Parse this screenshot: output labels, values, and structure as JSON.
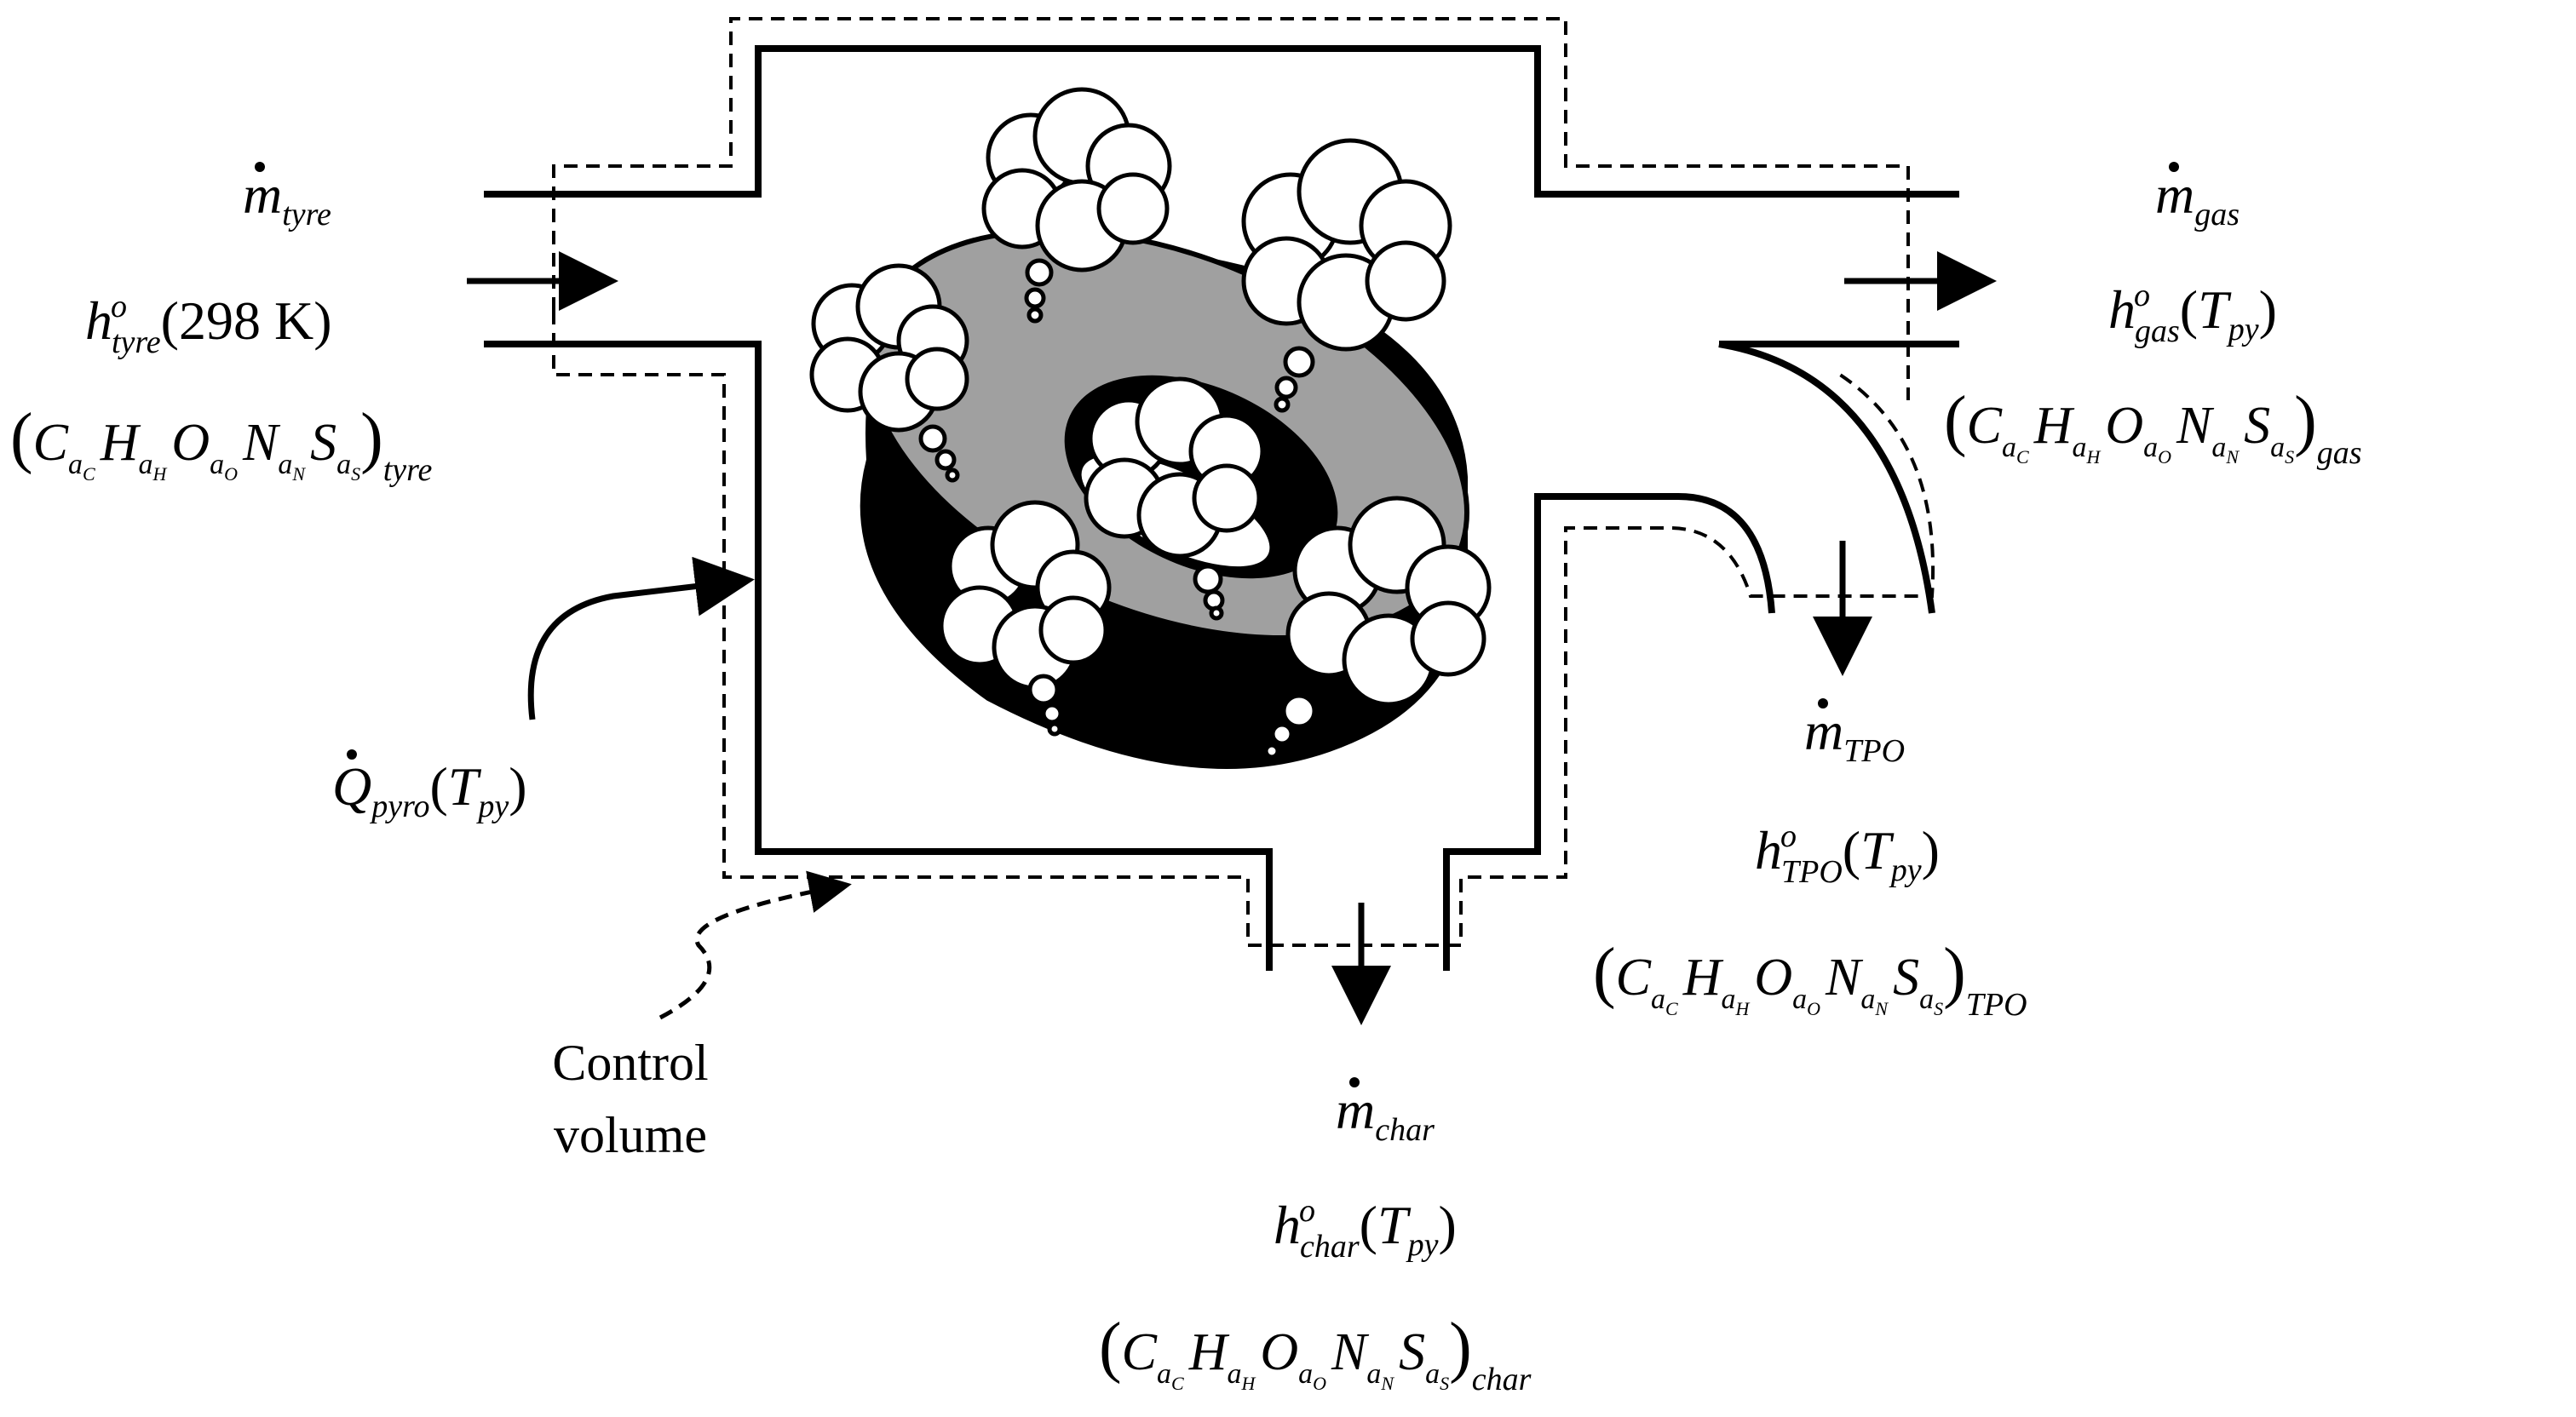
{
  "diagram": {
    "streams": {
      "tyre": {
        "flow_symbol": "m",
        "flow_sub": "tyre",
        "enthalpy_symbol": "h",
        "enthalpy_sup": "o",
        "enthalpy_sub": "tyre",
        "condition": "(298  K)",
        "composition_sub": "tyre"
      },
      "gas": {
        "flow_symbol": "m",
        "flow_sub": "gas",
        "enthalpy_symbol": "h",
        "enthalpy_sup": "o",
        "enthalpy_sub": "gas",
        "temp_symbol": "T",
        "temp_sub": "py",
        "composition_sub": "gas"
      },
      "tpo": {
        "flow_symbol": "m",
        "flow_sub": "TPO",
        "enthalpy_symbol": "h",
        "enthalpy_sup": "o",
        "enthalpy_sub": "TPO",
        "temp_symbol": "T",
        "temp_sub": "py",
        "composition_sub": "TPO"
      },
      "char": {
        "flow_symbol": "m",
        "flow_sub": "char",
        "enthalpy_symbol": "h",
        "enthalpy_sup": "o",
        "enthalpy_sub": "char",
        "temp_symbol": "T",
        "temp_sub": "py",
        "composition_sub": "char"
      }
    },
    "composition": {
      "C": "C",
      "C_sub": "a",
      "C_subsub": "C",
      "H": "H",
      "H_sub": "a",
      "H_subsub": "H",
      "O": "O",
      "O_sub": "a",
      "O_subsub": "O",
      "N": "N",
      "N_sub": "a",
      "N_subsub": "N",
      "S": "S",
      "S_sub": "a",
      "S_subsub": "S"
    },
    "heat": {
      "symbol": "Q",
      "sub": "pyro",
      "temp_symbol": "T",
      "temp_sub": "py"
    },
    "control_volume_label": [
      "Control",
      "volume"
    ],
    "colors": {
      "ink": "#000000",
      "tyre_top": "#a0a0a0",
      "tyre_side": "#000000",
      "cloud": "#ffffff"
    }
  }
}
